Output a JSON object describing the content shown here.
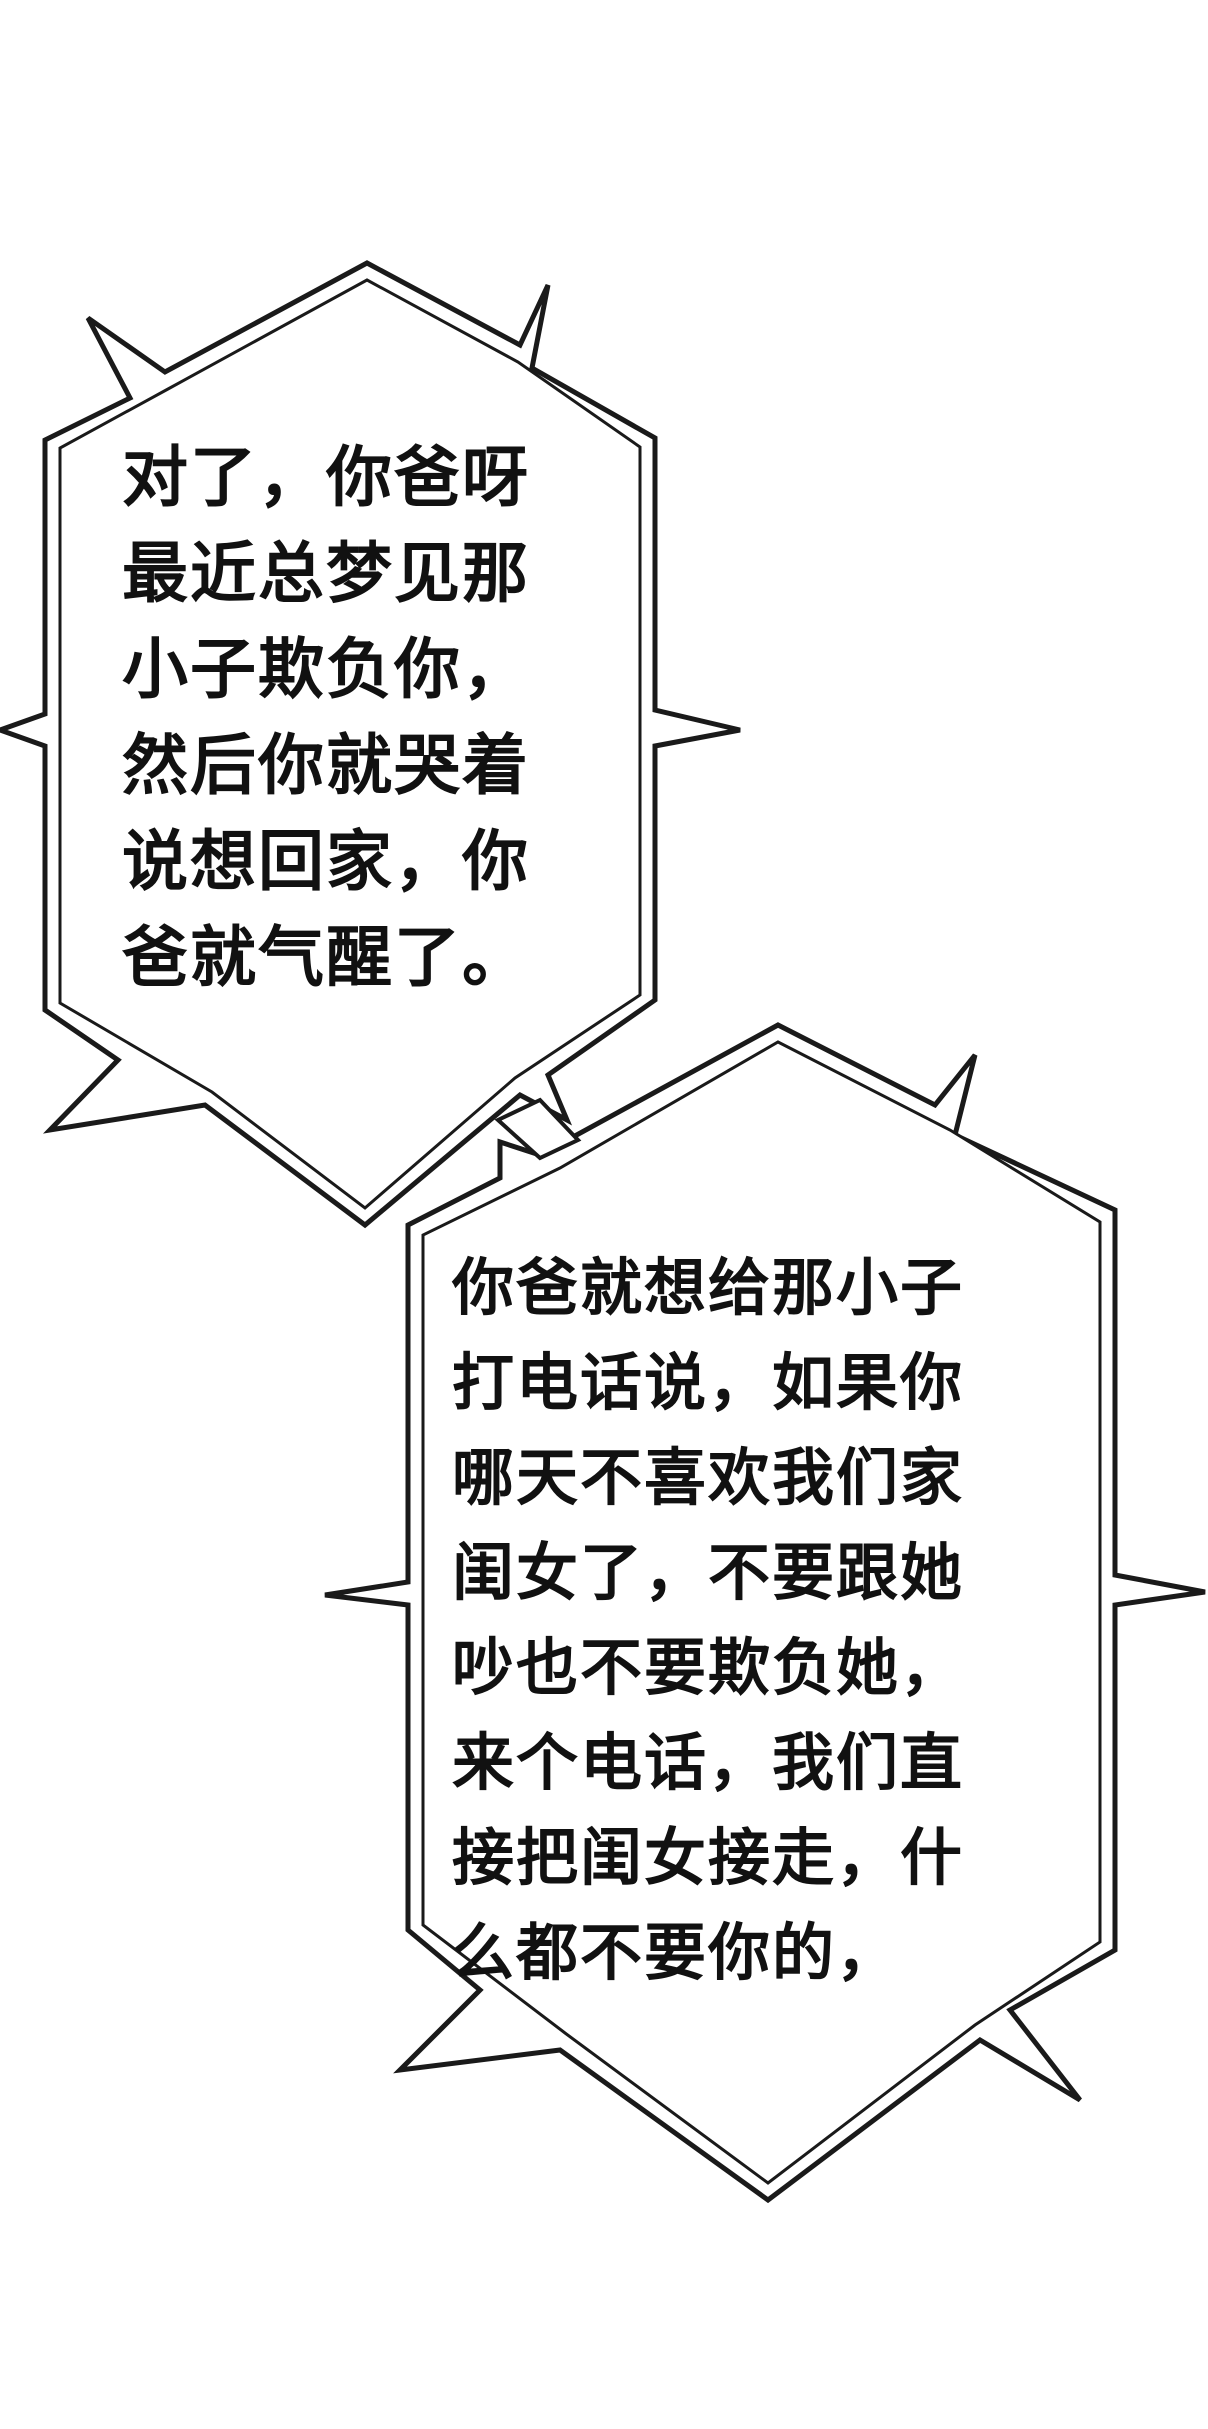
{
  "bubble_1": {
    "lines": [
      "对了，你爸呀",
      "最近总梦见那",
      "小子欺负你，",
      "然后你就哭着",
      "说想回家，你",
      "爸就气醒了。"
    ]
  },
  "bubble_2": {
    "lines": [
      "你爸就想给那小子",
      "打电话说，如果你",
      "哪天不喜欢我们家",
      "闺女了，不要跟她",
      "吵也不要欺负她，",
      "来个电话，我们直",
      "接把闺女接走，什",
      "么都不要你的，"
    ]
  },
  "colors": {
    "background": "#ffffff",
    "outline": "#1a1a1a",
    "text": "#111111"
  }
}
